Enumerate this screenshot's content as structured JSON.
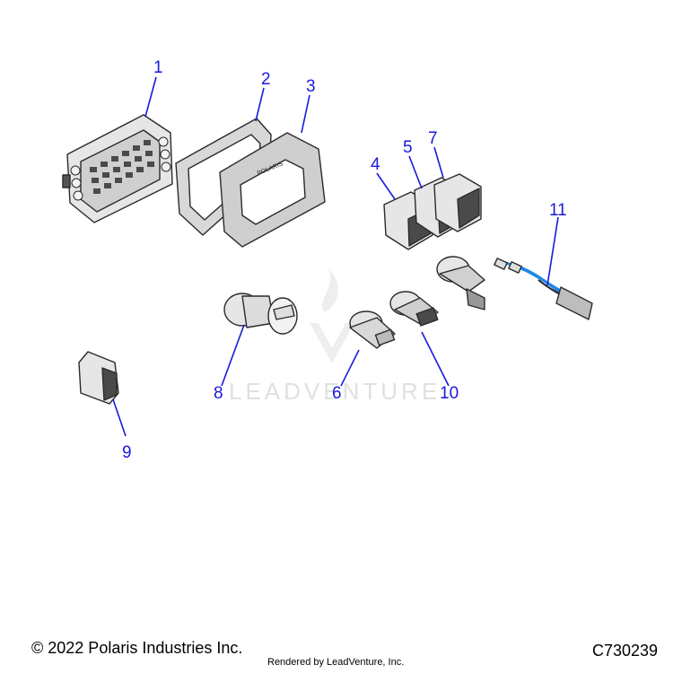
{
  "watermark": "LEADVENTURE",
  "callouts": [
    "1",
    "2",
    "3",
    "4",
    "5",
    "6",
    "7",
    "8",
    "9",
    "10",
    "11"
  ],
  "footer": {
    "copyright": "© 2022 Polaris Industries Inc.",
    "rendered_by": "Rendered by LeadVenture, Inc.",
    "code": "C730239"
  },
  "colors": {
    "callout": "#1a1adb",
    "part_fill": "#e6e6e6",
    "part_dark": "#4a4a4a",
    "harness": "#1e88e5"
  }
}
